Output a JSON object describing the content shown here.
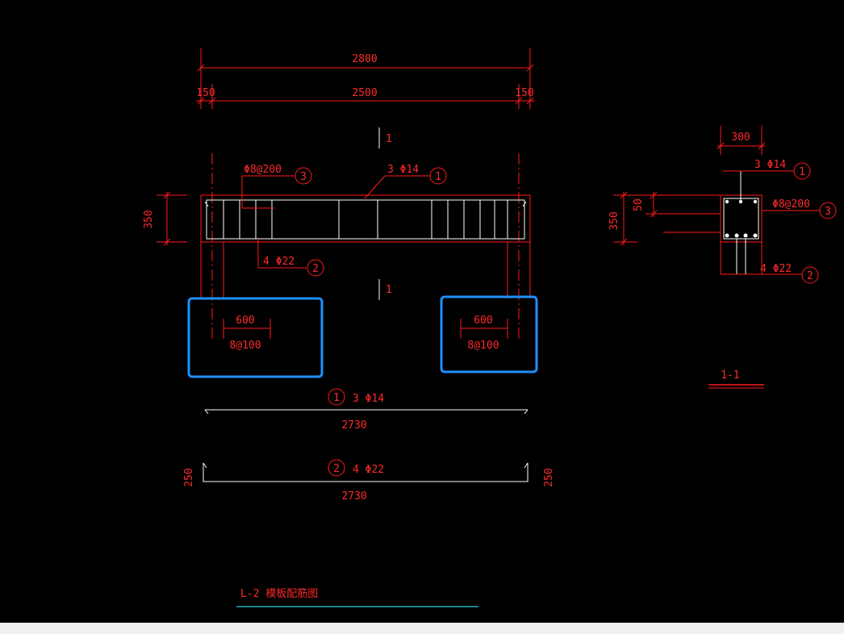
{
  "colors": {
    "background": "#000000",
    "line_red": "#ff1a1a",
    "line_white": "#ffffff",
    "selection_blue": "#1e90ff",
    "title_underline_cyan": "#29d3e0"
  },
  "elevation": {
    "dim_total": "2800",
    "dim_left": "150",
    "dim_mid": "2500",
    "dim_right": "150",
    "dim_height": "350",
    "section_mark_top": "1",
    "section_mark_bottom": "1",
    "stirrup_callout": "Φ8@200",
    "stirrup_num": "3",
    "top_bar_callout": "3 Φ14",
    "top_bar_num": "1",
    "bottom_bar_callout": "4 Φ22",
    "bottom_bar_num": "2",
    "left_dense_len": "600",
    "left_dense_spec": "8@100",
    "right_dense_len": "600",
    "right_dense_spec": "8@100"
  },
  "bars": {
    "bar1_num": "1",
    "bar1_spec": "3 Φ14",
    "bar1_len": "2730",
    "bar2_num": "2",
    "bar2_spec": "4 Φ22",
    "bar2_len": "2730",
    "bar2_hook_left": "250",
    "bar2_hook_right": "250"
  },
  "section": {
    "dim_width": "300",
    "dim_height": "350",
    "dim_cover": "50",
    "top_callout": "3 Φ14",
    "top_num": "1",
    "stirrup_callout": "Φ8@200",
    "stirrup_num": "3",
    "bottom_callout": "4 Φ22",
    "bottom_num": "2",
    "title": "1-1"
  },
  "drawing_title": "L-2  模板配筋图"
}
